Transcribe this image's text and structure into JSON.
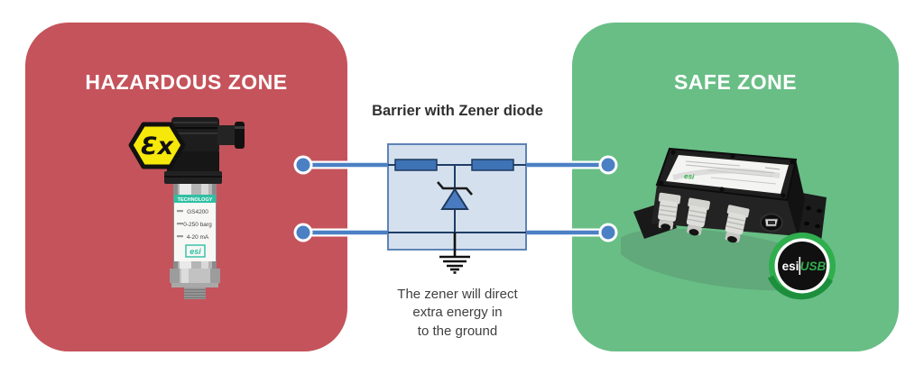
{
  "diagram": {
    "hazardous_zone": {
      "title": "HAZARDOUS ZONE",
      "color": "#c5535b"
    },
    "safe_zone": {
      "title": "SAFE ZONE",
      "color": "#69be86"
    },
    "barrier": {
      "title": "Barrier with Zener diode",
      "caption_lines": [
        "The zener will direct",
        "extra energy in",
        "to the ground"
      ],
      "wire_color": "#4b80c4",
      "box_fill": "#d5e0ee",
      "box_border": "#5d83b6",
      "component_fill": "#3e73b5"
    },
    "transducer": {
      "ex_marking": "Ɛx",
      "label_header": "TECHNOLOGY",
      "model": "GS4200",
      "pressure_range": "0-250 barg",
      "output_signal": "4-20 mA",
      "brand": "esi",
      "brand_teal": "#2fbfa3"
    },
    "usb_interface": {
      "top_label_brand": "esi",
      "badge_brand": "esi",
      "badge_product": "USB",
      "badge_green": "#2fae4e"
    }
  }
}
